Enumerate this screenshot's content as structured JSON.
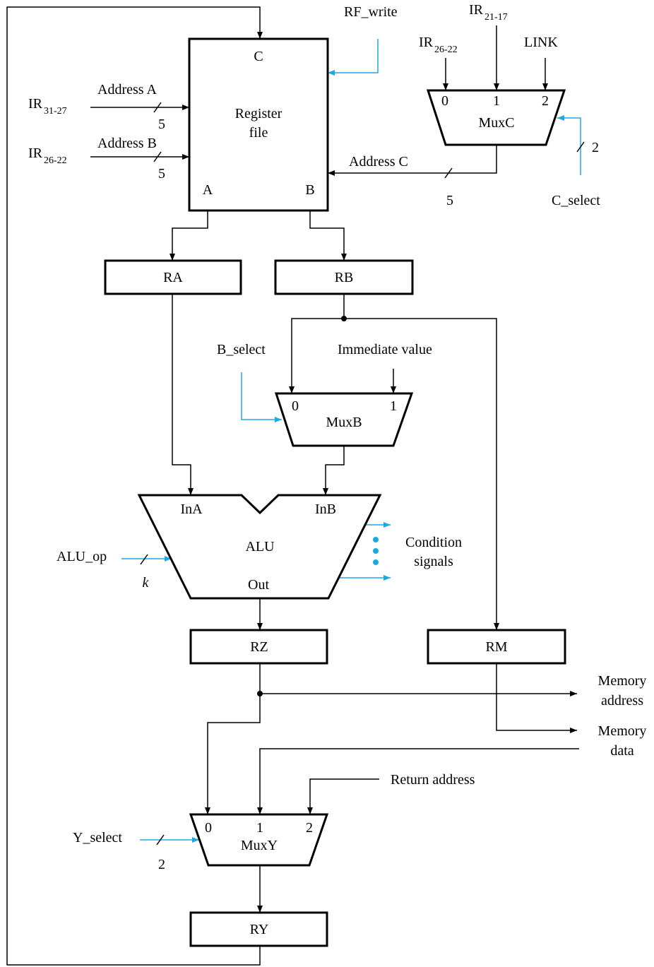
{
  "colors": {
    "line": "#000000",
    "control": "#1ba9e6",
    "background": "#ffffff"
  },
  "register_file": {
    "title_line1": "Register",
    "title_line2": "file",
    "port_c": "C",
    "port_a": "A",
    "port_b": "B"
  },
  "signals": {
    "rf_write": "RF_write",
    "ir_base": "IR",
    "ir_31_27_sub": "31-27",
    "ir_26_22_sub": "26-22",
    "ir_21_17_sub": "21-17",
    "address_a": "Address A",
    "address_b": "Address B",
    "address_c": "Address C",
    "width_5": "5",
    "width_2": "2",
    "link": "LINK",
    "c_select": "C_select",
    "b_select": "B_select",
    "immediate_value": "Immediate value",
    "alu_op": "ALU_op",
    "width_k": "k",
    "condition_line1": "Condition",
    "condition_line2": "signals",
    "memory_address_line1": "Memory",
    "memory_address_line2": "address",
    "memory_data_line1": "Memory",
    "memory_data_line2": "data",
    "return_address": "Return address",
    "y_select": "Y_select"
  },
  "registers": {
    "ra": "RA",
    "rb": "RB",
    "rz": "RZ",
    "rm": "RM",
    "ry": "RY"
  },
  "mux_c": {
    "name": "MuxC",
    "in0": "0",
    "in1": "1",
    "in2": "2"
  },
  "mux_b": {
    "name": "MuxB",
    "in0": "0",
    "in1": "1"
  },
  "mux_y": {
    "name": "MuxY",
    "in0": "0",
    "in1": "1",
    "in2": "2"
  },
  "alu": {
    "name": "ALU",
    "in_a": "InA",
    "in_b": "InB",
    "out": "Out"
  }
}
